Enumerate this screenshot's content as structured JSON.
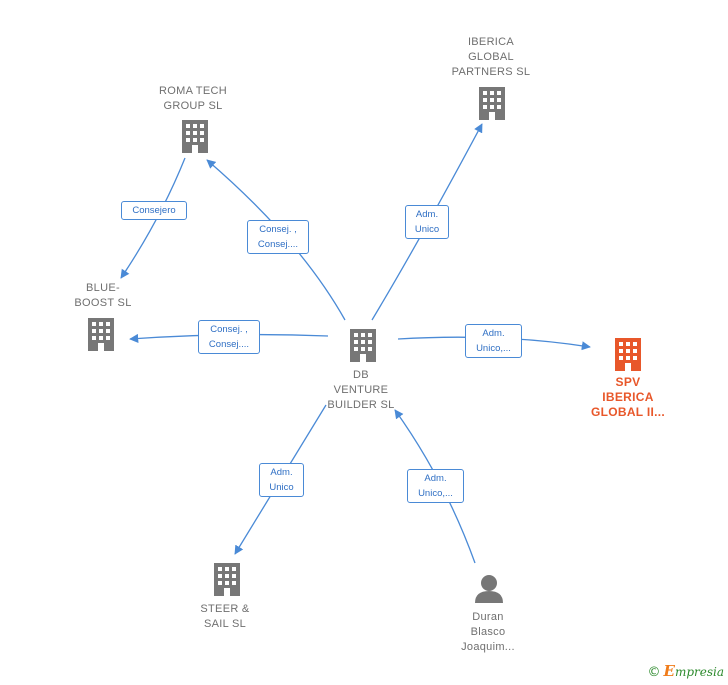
{
  "nodes": {
    "db_venture": {
      "label": "DB\nVENTURE\nBUILDER  SL",
      "icon": "building-icon",
      "color": "#777777"
    },
    "roma_tech": {
      "label": "ROMA TECH\nGROUP  SL",
      "icon": "building-icon",
      "color": "#777777"
    },
    "iberica_global": {
      "label": "IBERICA\nGLOBAL\nPARTNERS  SL",
      "icon": "building-icon",
      "color": "#777777"
    },
    "blue_boost": {
      "label": "BLUE-\nBOOST  SL",
      "icon": "building-icon",
      "color": "#777777"
    },
    "spv_iberica": {
      "label": "SPV\nIBERICA\nGLOBAL II...",
      "icon": "building-icon",
      "color": "#e8572a"
    },
    "steer_sail": {
      "label": "STEER &\nSAIL  SL",
      "icon": "building-icon",
      "color": "#777777"
    },
    "duran": {
      "label": "Duran\nBlasco\nJoaquim...",
      "icon": "person-icon",
      "color": "#777777"
    }
  },
  "edges": {
    "roma_to_blue": {
      "label": "Consejero"
    },
    "db_to_roma": {
      "label": "Consej. ,\nConsej...."
    },
    "db_to_iberica": {
      "label": "Adm.\nUnico"
    },
    "db_to_blue": {
      "label": "Consej. ,\nConsej...."
    },
    "db_to_spv": {
      "label": "Adm.\nUnico,..."
    },
    "db_to_steer": {
      "label": "Adm.\nUnico"
    },
    "duran_to_db": {
      "label": "Adm.\nUnico,..."
    }
  },
  "colors": {
    "edge": "#4a8ad6",
    "node": "#777777",
    "focus": "#e8572a"
  },
  "brand": {
    "symbol": "©",
    "name_initial": "E",
    "name_rest": "mpresia"
  }
}
